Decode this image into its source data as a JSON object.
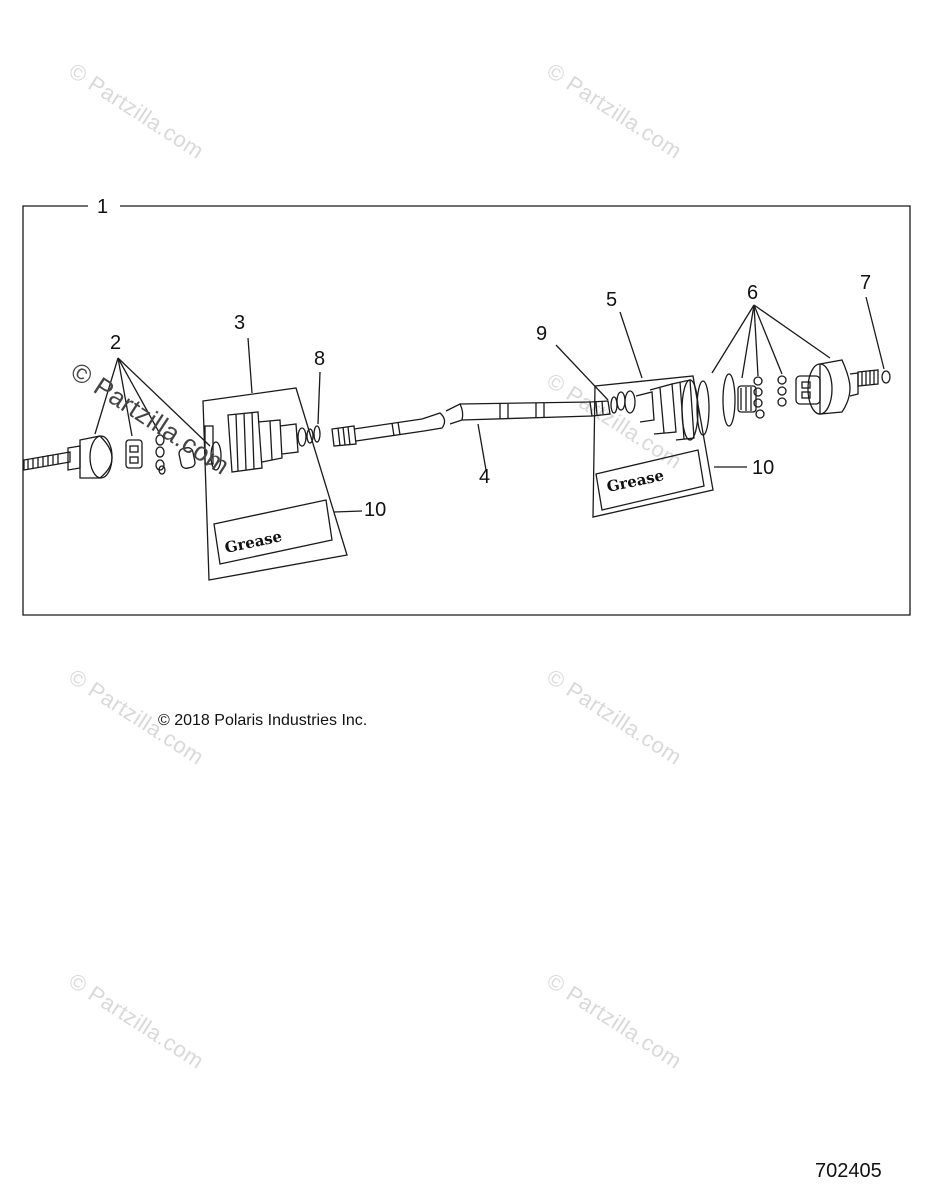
{
  "watermarks": {
    "site": "© Partzilla.com",
    "overlay": "© Partzilla.com"
  },
  "callouts": {
    "assembly": "1",
    "joint_small_parts": "2",
    "boot_kit_inner": "3",
    "shaft": "4",
    "boot_kit_outer": "5",
    "joint_cage_balls": "6",
    "retaining_ring": "7",
    "clamp_inner": "8",
    "clamp_outer": "9",
    "grease_inner": "10",
    "grease_outer": "10"
  },
  "grease_labels": {
    "inner": "Grease",
    "outer": "Grease"
  },
  "copyright": "© 2018 Polaris Industries Inc.",
  "diagram_id": "702405",
  "colors": {
    "line": "#1a1a1a",
    "watermark": "#d9d9d9"
  }
}
